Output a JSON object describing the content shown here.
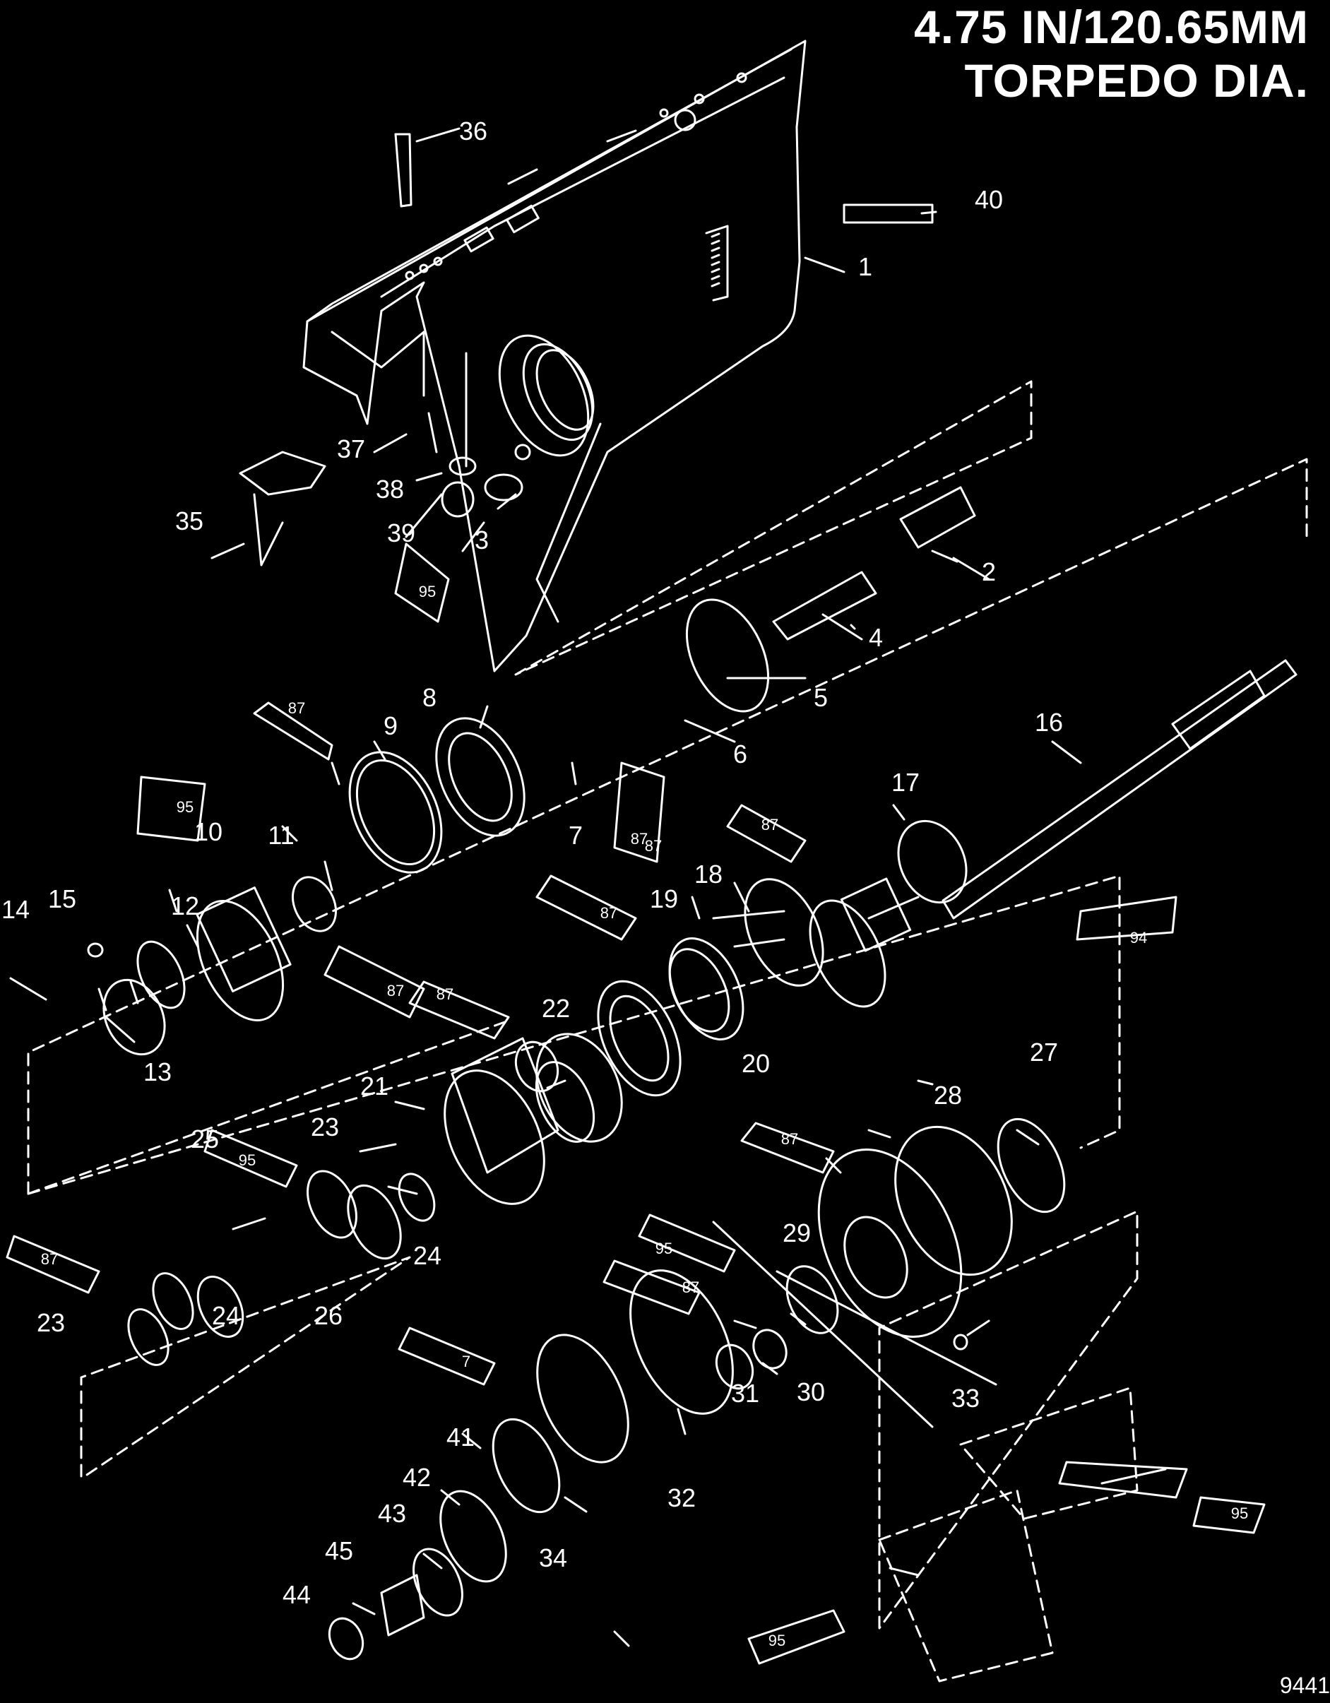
{
  "title": {
    "line1": "4.75 IN/120.65MM",
    "line2": "TORPEDO DIA."
  },
  "figure_id": "9441",
  "callouts": [
    "1",
    "2",
    "3",
    "4",
    "5",
    "6",
    "7",
    "8",
    "9",
    "10",
    "11",
    "12",
    "13",
    "14",
    "15",
    "16",
    "17",
    "18",
    "19",
    "20",
    "21",
    "22",
    "23",
    "23",
    "24",
    "24",
    "25",
    "26",
    "27",
    "28",
    "29",
    "30",
    "31",
    "32",
    "33",
    "34",
    "35",
    "36",
    "37",
    "38",
    "39",
    "40",
    "41",
    "42",
    "43",
    "44",
    "45"
  ],
  "tube_labels": [
    "95",
    "87",
    "87",
    "95",
    "87",
    "87",
    "87",
    "87",
    "94",
    "87",
    "95",
    "87",
    "87",
    "87",
    "7",
    "95",
    "95",
    "95"
  ],
  "colors": {
    "background": "#000000",
    "ink": "#ffffff"
  }
}
